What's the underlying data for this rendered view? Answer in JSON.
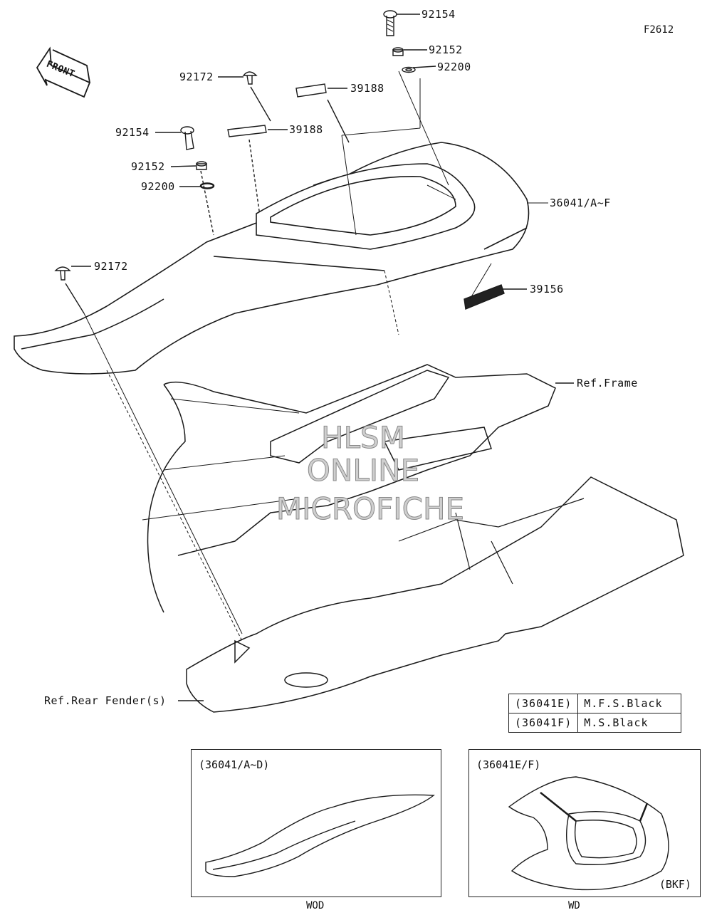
{
  "figure_id": "F2612",
  "front_label": "FRONT",
  "callouts": {
    "bolt_top": "92154",
    "collar_top": "92152",
    "washer_top": "92200",
    "screw_top": "92172",
    "label_top": "39188",
    "label_mid": "39188",
    "bolt_left": "92154",
    "collar_left": "92152",
    "washer_left": "92200",
    "cover": "36041/A~F",
    "screw_left": "92172",
    "label_warning": "39156",
    "ref_frame": "Ref.Frame",
    "ref_rear_fender": "Ref.Rear Fender(s)"
  },
  "watermark": {
    "line1": "HLSM",
    "line2": "ONLINE",
    "line3": "MICROFICHE"
  },
  "color_table": [
    {
      "code": "(36041E)",
      "color": "M.F.S.Black"
    },
    {
      "code": "(36041F)",
      "color": "M.S.Black"
    }
  ],
  "insets": [
    {
      "caption": "(36041/A~D)",
      "sub": "WOD"
    },
    {
      "caption": "(36041E/F)",
      "note": "(BKF)",
      "sub": "WD"
    }
  ]
}
